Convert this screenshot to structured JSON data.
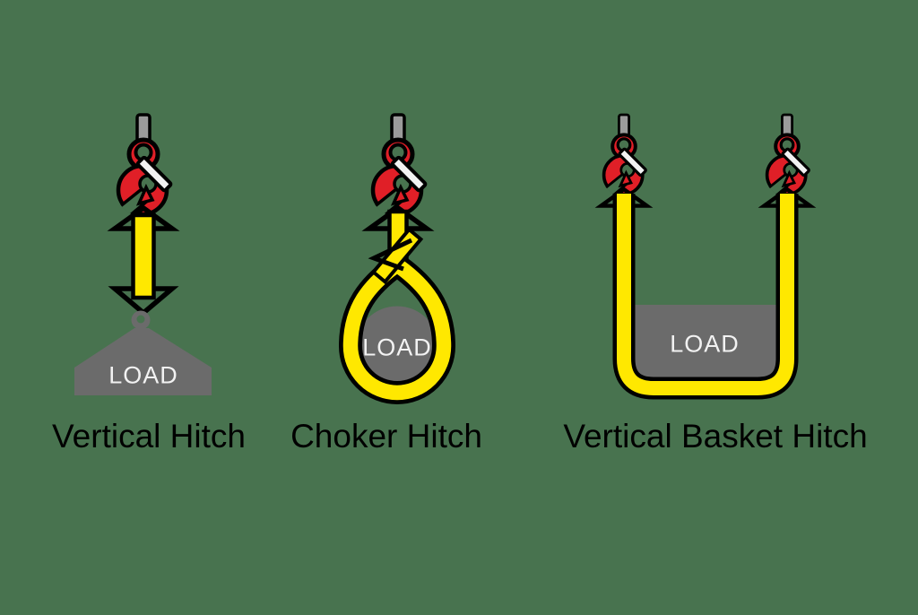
{
  "title": "Sling hitch types diagram",
  "colors": {
    "canvas_green": "#48734F",
    "sling_yellow": "#FFE800",
    "hook_red": "#E01F27",
    "load_gray": "#6B6B6B",
    "cable_gray": "#9B9B9B",
    "latch_white": "#F2F2F2",
    "outline_black": "#000000",
    "load_text": "#F2F2F2",
    "label_black": "#000000"
  },
  "hitches": [
    {
      "id": "vertical-hitch",
      "label": "Vertical Hitch",
      "load_label": "LOAD",
      "hooks": 1,
      "load_shape": "trapezoid block with lifting eye",
      "sling_form": "single vertical leg"
    },
    {
      "id": "choker-hitch",
      "label": "Choker Hitch",
      "load_label": "LOAD",
      "hooks": 1,
      "load_shape": "round load",
      "sling_form": "choked loop cinched around load"
    },
    {
      "id": "vertical-basket-hitch",
      "label": "Vertical Basket Hitch",
      "load_label": "LOAD",
      "hooks": 2,
      "load_shape": "rectangular load",
      "sling_form": "u-shaped basket under load"
    }
  ]
}
